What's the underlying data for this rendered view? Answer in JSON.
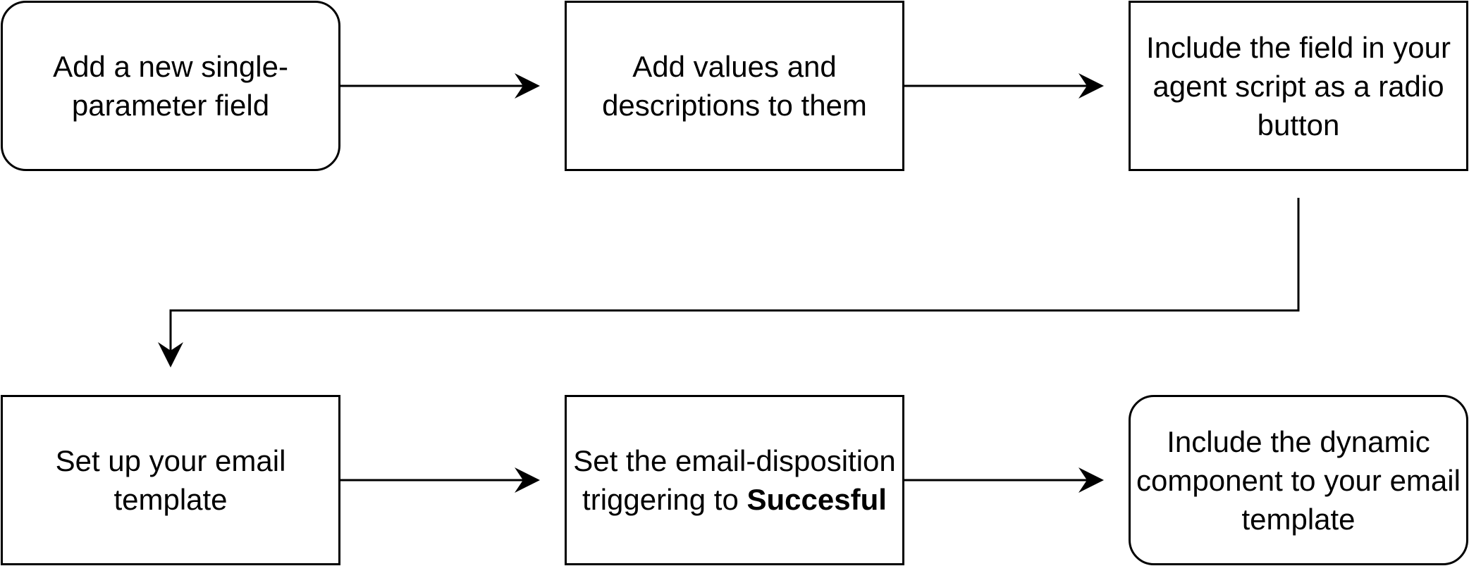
{
  "steps": {
    "s1": {
      "text": "Add a new single-parameter field"
    },
    "s2": {
      "text": "Add values and descriptions to them"
    },
    "s3": {
      "text": "Include the field in your agent script as a radio button"
    },
    "s4": {
      "text": "Set up your email template"
    },
    "s5": {
      "text_before": "Set the email-disposition triggering to ",
      "text_bold": "Succesful"
    },
    "s6": {
      "text": "Include the dynamic component to your email template"
    }
  },
  "colors": {
    "stroke": "#000000",
    "fill": "#ffffff"
  }
}
